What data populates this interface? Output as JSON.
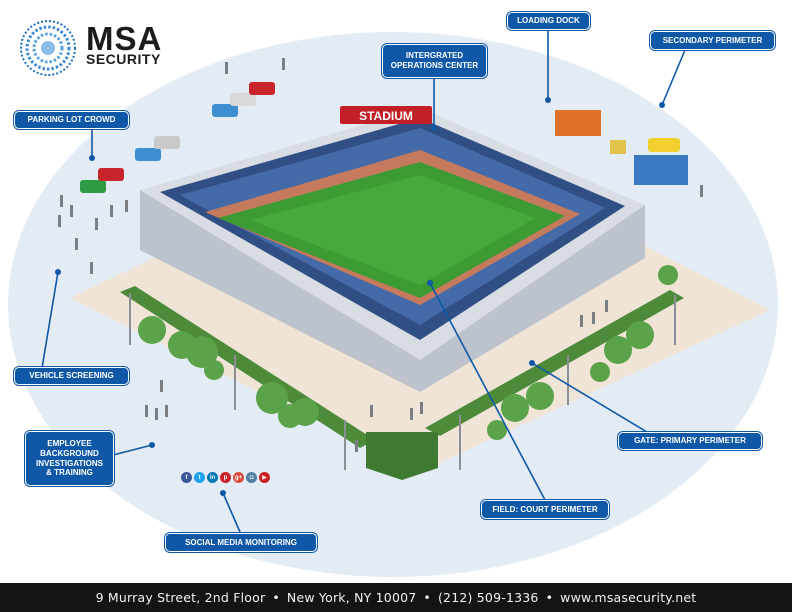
{
  "brand": {
    "name_line1": "MSA",
    "name_line2": "SECURITY",
    "color": "#0f58a7"
  },
  "stadium_sign": "STADIUM",
  "callouts": {
    "parking_lot_crowd": "PARKING LOT CROWD",
    "integrated_ops_line1": "INTERGRATED",
    "integrated_ops_line2": "OPERATIONS CENTER",
    "loading_dock": "LOADING DOCK",
    "secondary_perimeter": "SECONDARY PERIMETER",
    "vehicle_screening": "VEHICLE SCREENING",
    "employee_line1": "EMPLOYEE",
    "employee_line2": "BACKGROUND",
    "employee_line3": "INVESTIGATIONS",
    "employee_line4": "& TRAINING",
    "gate_primary_perimeter": "GATE: PRIMARY PERIMETER",
    "field_court_perimeter": "FIELD: COURT PERIMETER",
    "social_media_monitoring": "SOCIAL MEDIA MONITORING"
  },
  "social_icons": [
    {
      "name": "facebook-icon",
      "glyph": "f",
      "color": "#3b5998"
    },
    {
      "name": "twitter-icon",
      "glyph": "t",
      "color": "#1da1f2"
    },
    {
      "name": "linkedin-icon",
      "glyph": "in",
      "color": "#0077b5"
    },
    {
      "name": "pinterest-icon",
      "glyph": "p",
      "color": "#cb2027"
    },
    {
      "name": "google-plus-icon",
      "glyph": "g+",
      "color": "#dd4b39"
    },
    {
      "name": "instagram-icon",
      "glyph": "◘",
      "color": "#517fa4"
    },
    {
      "name": "youtube-icon",
      "glyph": "▶",
      "color": "#cd201f"
    }
  ],
  "footer": {
    "address": "9 Murray Street, 2nd Floor",
    "city": "New York, NY 10007",
    "phone": "(212) 509-1336",
    "website": "www.msasecurity.net"
  }
}
